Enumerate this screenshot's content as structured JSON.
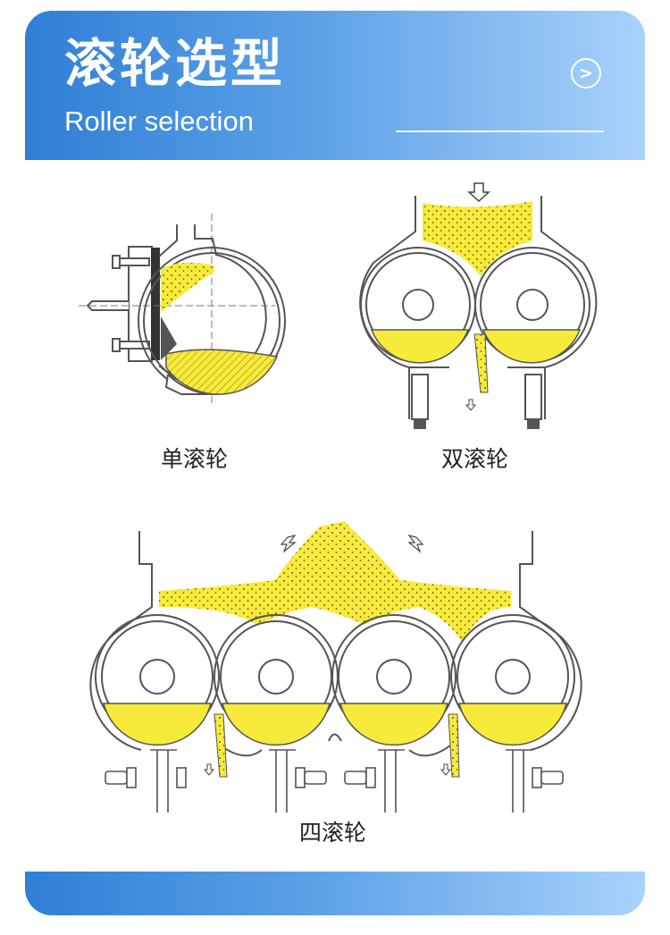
{
  "header": {
    "title_cn": "滚轮选型",
    "title_en": "Roller selection"
  },
  "diagrams": {
    "single_label": "单滚轮",
    "double_label": "双滚轮",
    "quad_label": "四滚轮"
  },
  "colors": {
    "accent_start": "#2f7fd6",
    "accent_end": "#a9d2fb",
    "material_fill": "#f7ea3a",
    "line": "#555555"
  },
  "icons": {
    "more": "chevron-right-icon"
  }
}
